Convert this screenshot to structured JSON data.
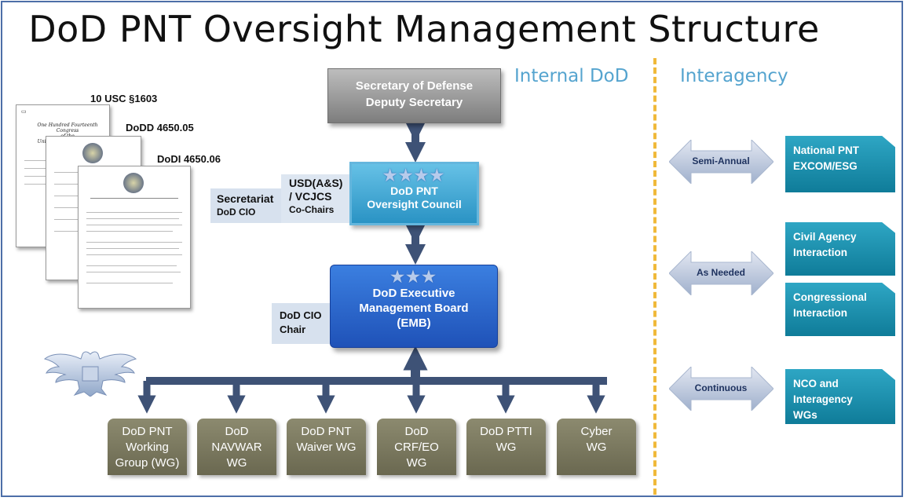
{
  "title": "DoD PNT Oversight Management Structure",
  "headings": {
    "internal": "Internal DoD",
    "interagency": "Interagency"
  },
  "secdef": {
    "line1": "Secretary of Defense",
    "line2": "Deputy Secretary"
  },
  "council": {
    "stars": "★★★★",
    "line1": "DoD PNT",
    "line2": "Oversight Council"
  },
  "secretariat": {
    "title": "Secretariat",
    "sub": "DoD CIO"
  },
  "cochairs": {
    "line1": "USD(A&S)",
    "line2": "/ VCJCS",
    "line3": "Co-Chairs"
  },
  "emb": {
    "stars": "★★★",
    "line1": "DoD Executive",
    "line2": "Management Board",
    "line3": "(EMB)"
  },
  "emb_chair": {
    "line1": "DoD CIO",
    "line2": "Chair"
  },
  "working_groups": [
    {
      "lines": [
        "DoD PNT",
        "Working",
        "Group (WG)"
      ]
    },
    {
      "lines": [
        "DoD",
        "NAVWAR",
        "WG"
      ]
    },
    {
      "lines": [
        "DoD PNT",
        "Waiver WG"
      ]
    },
    {
      "lines": [
        "DoD",
        "CRF/EO",
        "WG"
      ]
    },
    {
      "lines": [
        "DoD PTTI",
        "WG"
      ]
    },
    {
      "lines": [
        "Cyber",
        "WG"
      ]
    }
  ],
  "interagency": [
    {
      "frequency": "Semi-Annual",
      "partners": [
        {
          "line1": "National PNT",
          "line2": "EXCOM/ESG"
        }
      ]
    },
    {
      "frequency": "As Needed",
      "partners": [
        {
          "line1": "Civil Agency",
          "line2": "Interaction"
        },
        {
          "line1": "Congressional",
          "line2": "Interaction"
        }
      ]
    },
    {
      "frequency": "Continuous",
      "partners": [
        {
          "line1": "NCO and",
          "line2": "Interagency",
          "line3": "WGs"
        }
      ]
    }
  ],
  "documents": [
    {
      "label": "10 USC §1603",
      "header_line1": "One Hundred Fourteenth Congress",
      "header_line2": "of the",
      "header_line3": "United States of America"
    },
    {
      "label": "DoDD 4650.05"
    },
    {
      "label": "DoDI 4650.06"
    }
  ],
  "colors": {
    "arrow": "#3e5276",
    "heading": "#55a4cf",
    "divider": "#f0b93a",
    "wg": "#7a7860",
    "partner": "#1b8fae",
    "emb": "#2a66cc",
    "council": "#3fa7d6"
  },
  "icons": {
    "eagle": "colonel-eagle-insignia-icon",
    "seal": "dod-seal-icon",
    "stars": "general-stars-icon"
  }
}
